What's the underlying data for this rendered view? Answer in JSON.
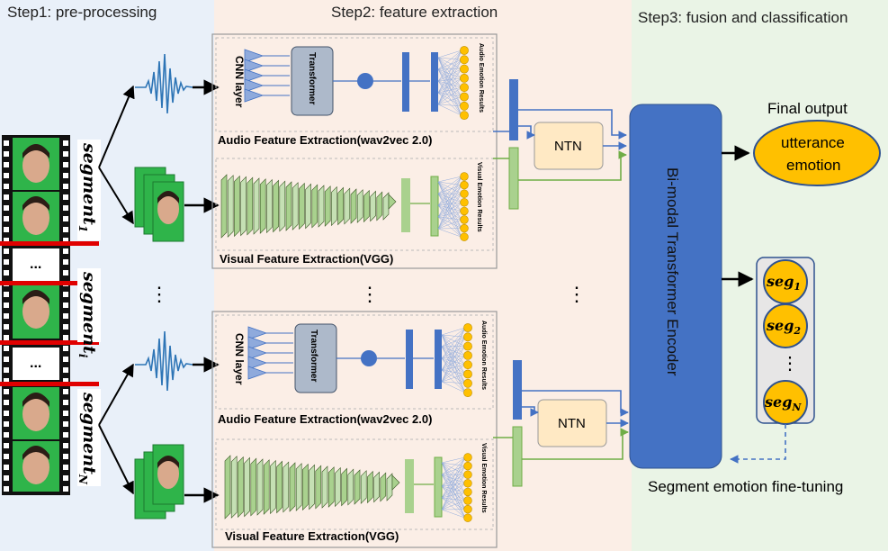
{
  "steps": {
    "step1": "Step1: pre-processing",
    "step2": "Step2: feature extraction",
    "step3": "Step3: fusion and classification"
  },
  "segments": {
    "seg1_main": "segment",
    "seg1_sub": "1",
    "segi_main": "segment",
    "segi_sub": "i",
    "segN_main": "segment",
    "segN_sub": "N",
    "dots": "..."
  },
  "audio_branch": {
    "cnn_label": "CNN layer",
    "transformer_label": "Transformer",
    "results_label": "Audio Emotion Results",
    "title": "Audio Feature Extraction(wav2vec 2.0)"
  },
  "visual_branch": {
    "results_label": "Visual Emotion Results",
    "title": "Visual Feature Extraction(VGG)"
  },
  "fusion": {
    "ntn_label": "NTN",
    "encoder_label": "Bi-modal Transformer Encoder",
    "vertical_dots": "⋮"
  },
  "output": {
    "final_title": "Final output",
    "utterance_line1": "utterance",
    "utterance_line2": "emotion",
    "seg_base": "seg",
    "seg_subs": [
      "1",
      "2",
      "N"
    ],
    "seg_dots": "⋮",
    "fine_tuning": "Segment emotion fine-tuning"
  },
  "colors": {
    "step1_bg": "#E9F0F9",
    "step2_bg": "#FBEEE6",
    "step3_bg": "#EAF4E6",
    "audio_blue": "#4472C4",
    "visual_green": "#A9D18E",
    "neuron_gold": "#FFC000",
    "encoder_blue": "#4472C4",
    "ntn_fill": "#FFE9C4",
    "red_bar": "#E00000"
  }
}
